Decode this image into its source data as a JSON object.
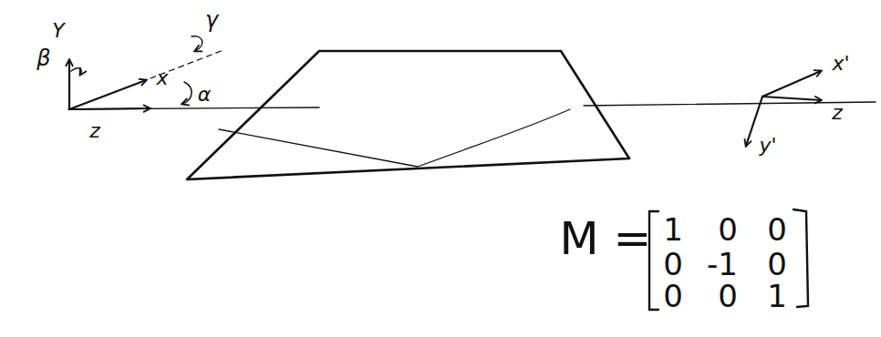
{
  "diagram": {
    "labels": [
      "β",
      "Y",
      "γ",
      "x",
      "α",
      "z",
      "x'",
      "z",
      "y'",
      "M =",
      "1",
      "0",
      "0",
      "0",
      "-1",
      "0",
      "0",
      "0",
      "1"
    ]
  }
}
